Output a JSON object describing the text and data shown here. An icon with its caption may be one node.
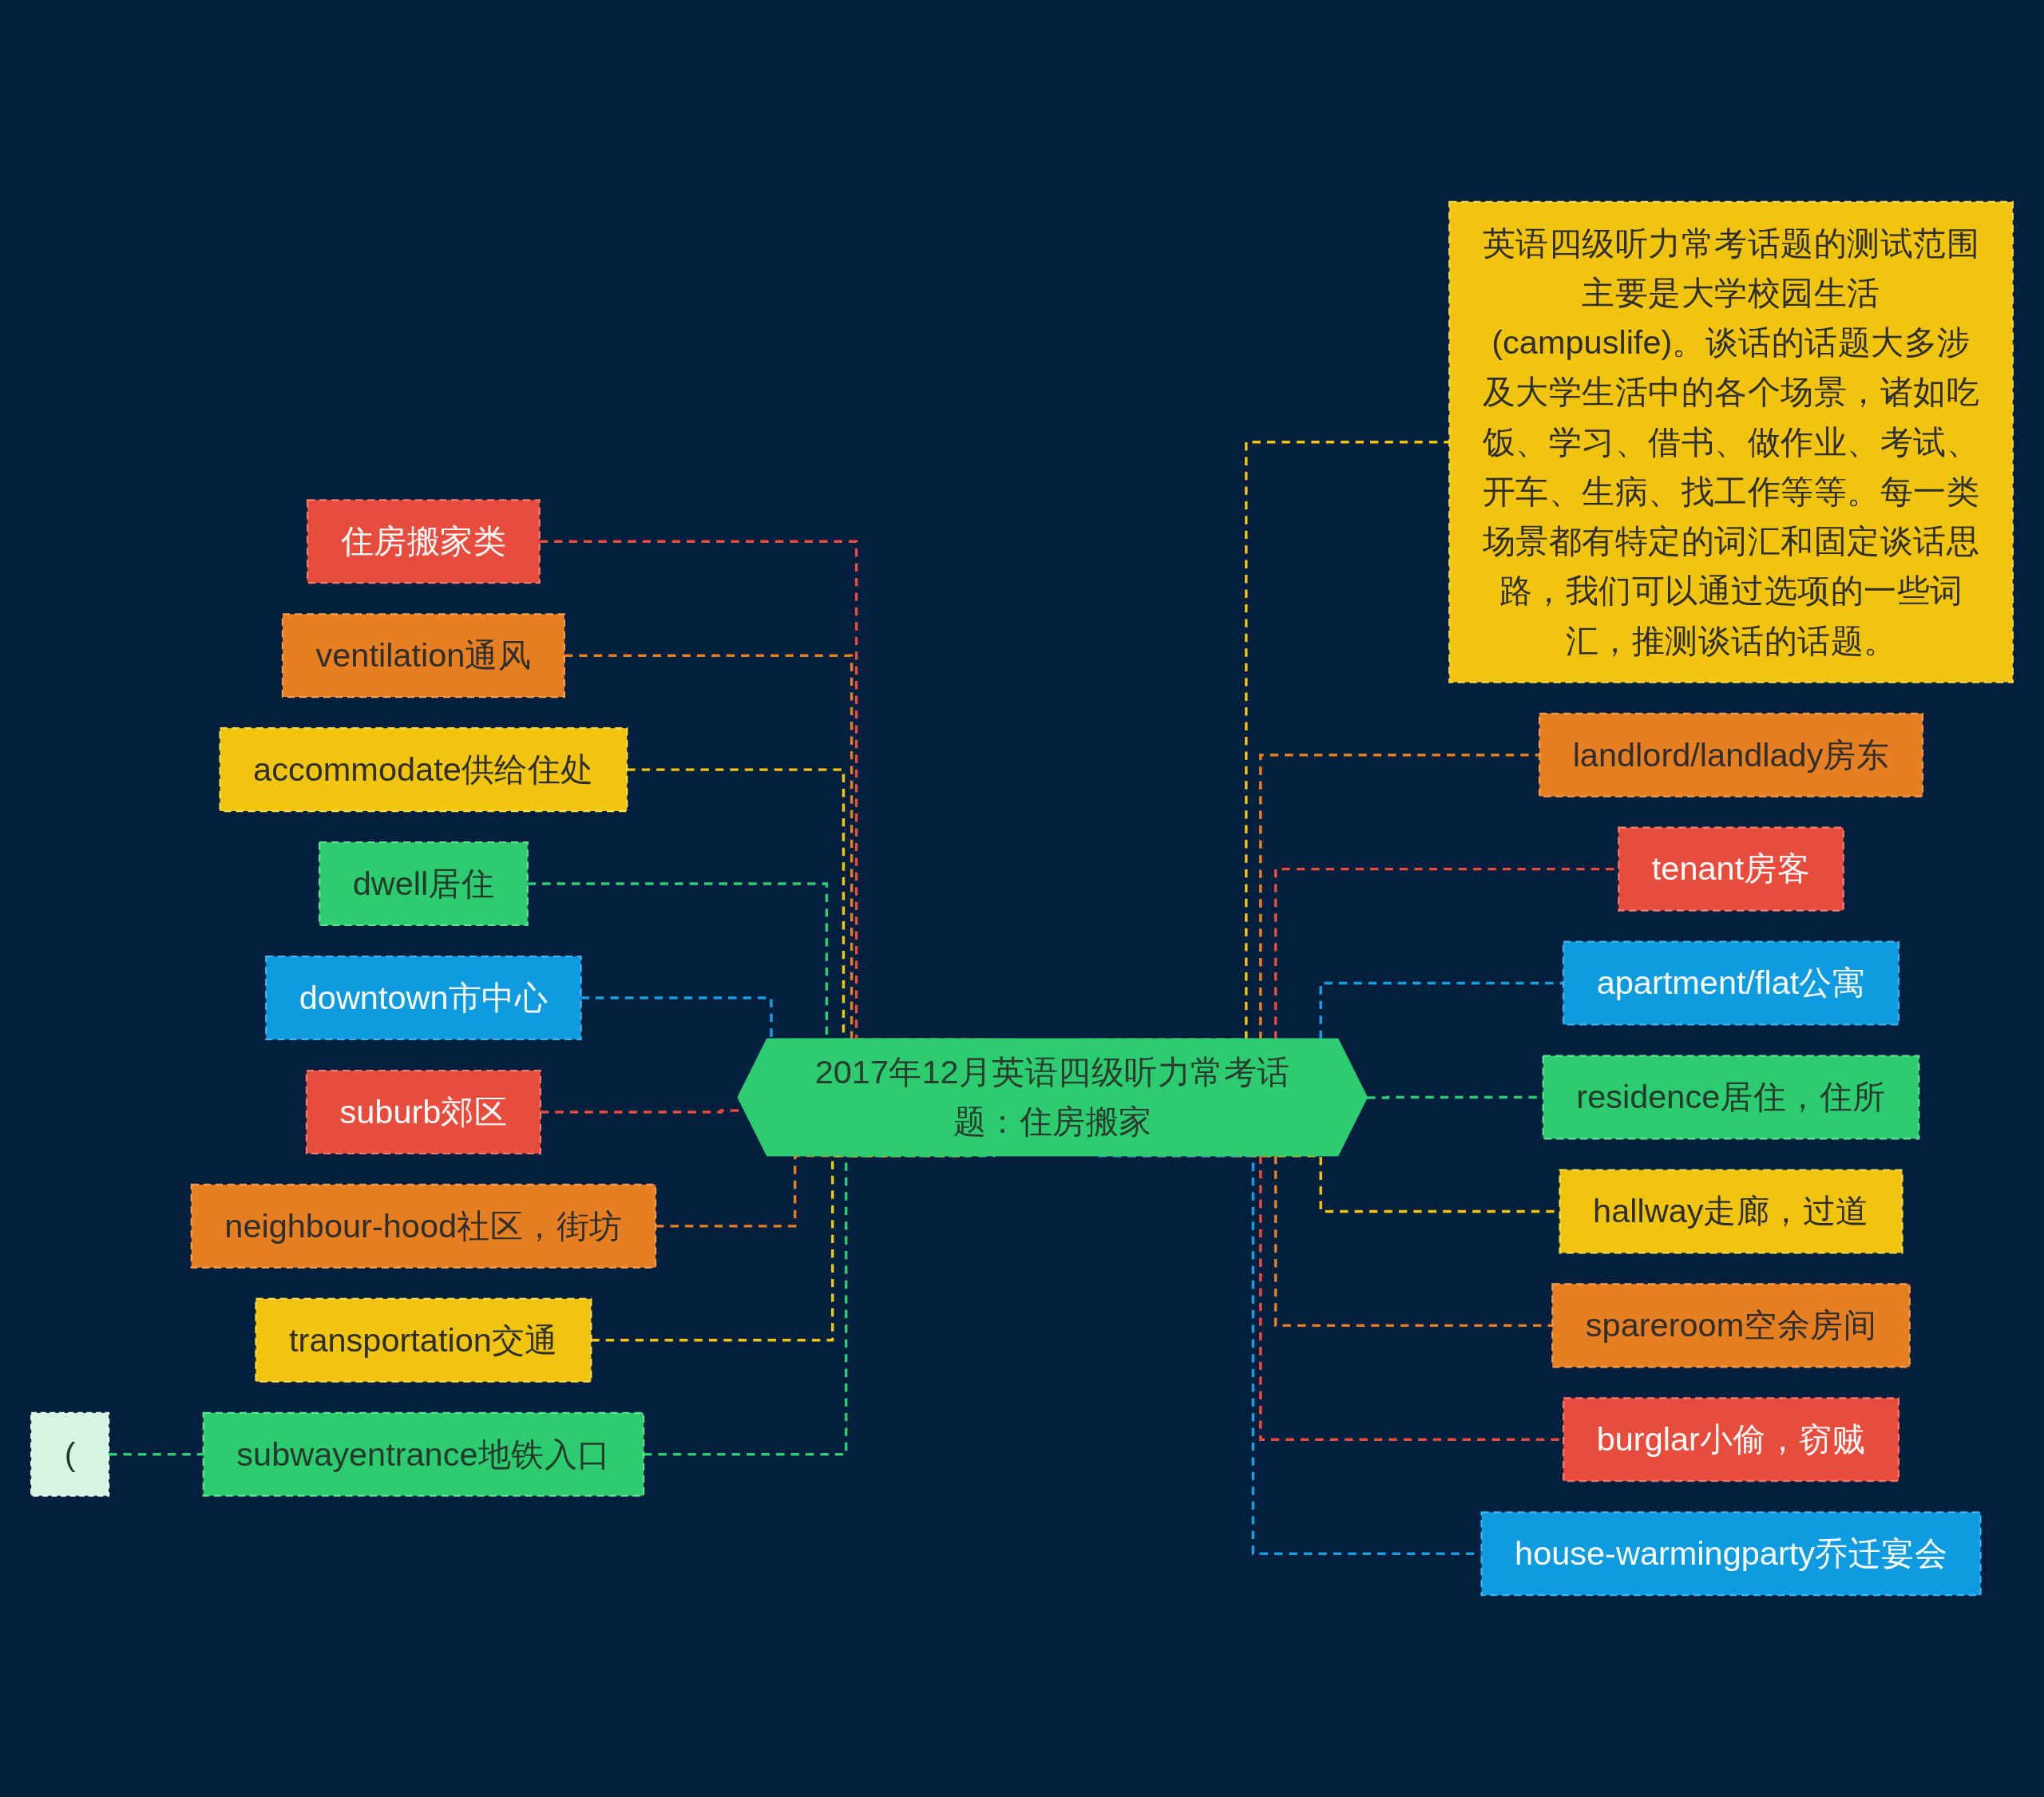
{
  "diagram": {
    "nodes": [
      {
        "text": [
          "2017年12月英语四级听力常考话题：住房搬家"
        ]
      },
      {
        "text": [
          "住房搬家类"
        ]
      },
      {
        "text": [
          "ventilation通风"
        ]
      },
      {
        "text": [
          "accommodate供给住处"
        ]
      },
      {
        "text": [
          "dwell居住"
        ]
      },
      {
        "text": [
          "downtown市中心"
        ]
      },
      {
        "text": [
          "suburb郊区"
        ]
      },
      {
        "text": [
          "neighbour-hood社区，街坊"
        ]
      },
      {
        "text": [
          "transportation交通"
        ]
      },
      {
        "text": [
          "subwayentrance地铁入口"
        ]
      },
      {
        "text": [
          "("
        ]
      },
      {
        "text": [
          "英语四级听力常考话题的测试范围主要是大学校园生活(campuslife)。谈话的话题大多涉及大学生活中的各个场景，诸如吃饭、学习、借书、做作业、考试、开车、生病、找工作等等。每一类场景都有特定的词汇和固定谈话思路，我们可以通过选项的一些词汇，推测谈话的话题。"
        ]
      },
      {
        "text": [
          "landlord/landlady房东"
        ]
      },
      {
        "text": [
          "tenant房客"
        ]
      },
      {
        "text": [
          "apartment/flat公寓"
        ]
      },
      {
        "text": [
          "residence居住，住所"
        ]
      },
      {
        "text": [
          "hallway走廊，过道"
        ]
      },
      {
        "text": [
          "spareroom空余房间"
        ]
      },
      {
        "text": [
          "burglar小偷，窃贼"
        ]
      },
      {
        "text": [
          "house-warmingparty乔迁宴会"
        ]
      }
    ],
    "edges": [
      {
        "from": 1,
        "to": 0,
        "arrow": "none",
        "style": "dashed",
        "color": "#e74c3c"
      },
      {
        "from": 2,
        "to": 0,
        "arrow": "none",
        "style": "dashed",
        "color": "#e67e22"
      },
      {
        "from": 3,
        "to": 0,
        "arrow": "none",
        "style": "dashed",
        "color": "#f1c40f"
      },
      {
        "from": 4,
        "to": 0,
        "arrow": "none",
        "style": "dashed",
        "color": "#2ecc71"
      },
      {
        "from": 5,
        "to": 0,
        "arrow": "none",
        "style": "dashed",
        "color": "#1a9ee0"
      },
      {
        "from": 6,
        "to": 0,
        "arrow": "none",
        "style": "dashed",
        "color": "#e74c3c"
      },
      {
        "from": 7,
        "to": 0,
        "arrow": "none",
        "style": "dashed",
        "color": "#e67e22"
      },
      {
        "from": 8,
        "to": 0,
        "arrow": "none",
        "style": "dashed",
        "color": "#f1c40f"
      },
      {
        "from": 9,
        "to": 0,
        "arrow": "none",
        "style": "dashed",
        "color": "#2ecc71"
      },
      {
        "from": 10,
        "to": 9,
        "arrow": "none",
        "style": "dashed",
        "color": "#2ecc71"
      },
      {
        "from": 0,
        "to": 11,
        "arrow": "none",
        "style": "dashed",
        "color": "#f1c40f"
      },
      {
        "from": 0,
        "to": 12,
        "arrow": "none",
        "style": "dashed",
        "color": "#e67e22"
      },
      {
        "from": 0,
        "to": 13,
        "arrow": "none",
        "style": "dashed",
        "color": "#e74c3c"
      },
      {
        "from": 0,
        "to": 14,
        "arrow": "none",
        "style": "dashed",
        "color": "#1a9ee0"
      },
      {
        "from": 0,
        "to": 15,
        "arrow": "none",
        "style": "dashed",
        "color": "#2ecc71"
      },
      {
        "from": 0,
        "to": 16,
        "arrow": "none",
        "style": "dashed",
        "color": "#f1c40f"
      },
      {
        "from": 0,
        "to": 17,
        "arrow": "none",
        "style": "dashed",
        "color": "#e67e22"
      },
      {
        "from": 0,
        "to": 18,
        "arrow": "none",
        "style": "dashed",
        "color": "#e74c3c"
      },
      {
        "from": 0,
        "to": 19,
        "arrow": "none",
        "style": "dashed",
        "color": "#1a9ee0"
      }
    ]
  }
}
